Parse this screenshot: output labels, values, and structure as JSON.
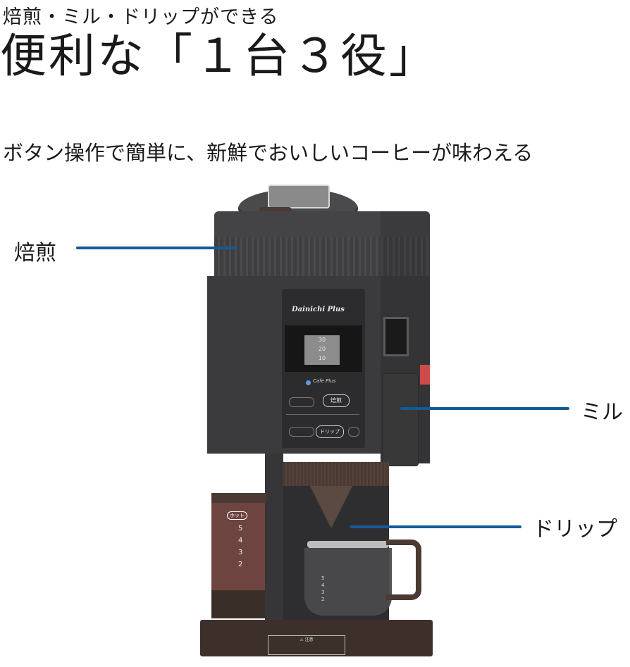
{
  "header": {
    "subtitle": "焙煎・ミル・ドリップができる",
    "headline": "便利な「１台３役」",
    "tagline": "ボタン操作で簡単に、新鮮でおいしいコーヒーが味わえる"
  },
  "callouts": [
    {
      "label": "焙煎",
      "icon": "roast"
    },
    {
      "label": "ミル",
      "icon": "mill"
    },
    {
      "label": "ドリップ",
      "icon": "drip"
    }
  ],
  "product": {
    "brand": "Dainichi Plus",
    "sub_brand": "Cafe Plus",
    "display_values": [
      "30",
      "20",
      "10"
    ],
    "buttons": {
      "roast": "焙煎",
      "drip": "ドリップ"
    },
    "tank_label": "ホット",
    "tank_scale": [
      "5",
      "4",
      "3",
      "2"
    ],
    "carafe_scale": [
      "5",
      "4",
      "3",
      "2"
    ],
    "warning_label": "注意"
  },
  "colors": {
    "accent_line": "#145a96",
    "body": "#3d3d3f",
    "brown": "#4a3a33",
    "red_switch": "#d04a4a"
  }
}
